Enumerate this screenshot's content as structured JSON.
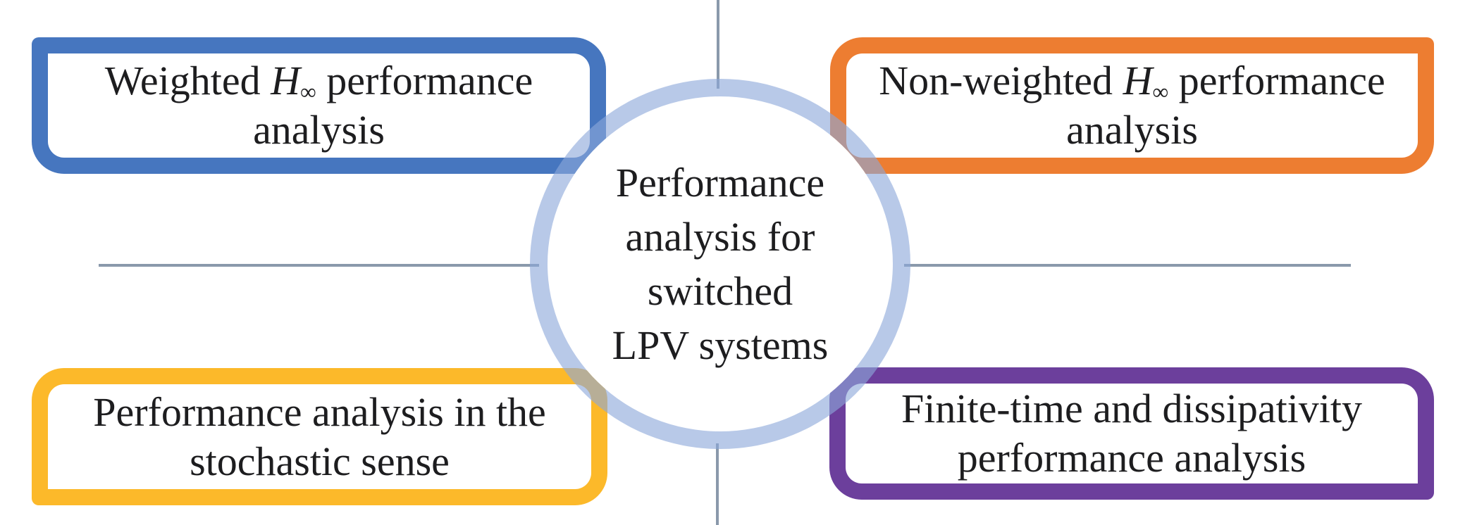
{
  "center": {
    "lines": [
      "Performance",
      "analysis for",
      "switched",
      "LPV systems"
    ]
  },
  "boxes": {
    "weighted": {
      "line1_before": "Weighted ",
      "h_symbol": "H",
      "h_subscript": "∞",
      "line1_after": " performance",
      "line2": "analysis",
      "border_color": "#4676BF"
    },
    "non_weighted": {
      "line1_before": "Non-weighted ",
      "h_symbol": "H",
      "h_subscript": "∞",
      "line1_after": " performance",
      "line2": "analysis",
      "border_color": "#ED7D31"
    },
    "stochastic": {
      "line1_before": "Performance analysis in the",
      "h_symbol": "",
      "h_subscript": "",
      "line1_after": "",
      "line2": "stochastic sense",
      "border_color": "#FCB92A"
    },
    "finite_time": {
      "line1_before": "Finite-time and dissipativity",
      "h_symbol": "",
      "h_subscript": "",
      "line1_after": "",
      "line2": "performance analysis",
      "border_color": "#6C3F9C"
    }
  },
  "colors": {
    "ellipse_border": "rgba(140,168,218,0.62)",
    "connector": "#8A99AB",
    "text": "#1D1D1F",
    "background": "#FFFFFF"
  }
}
